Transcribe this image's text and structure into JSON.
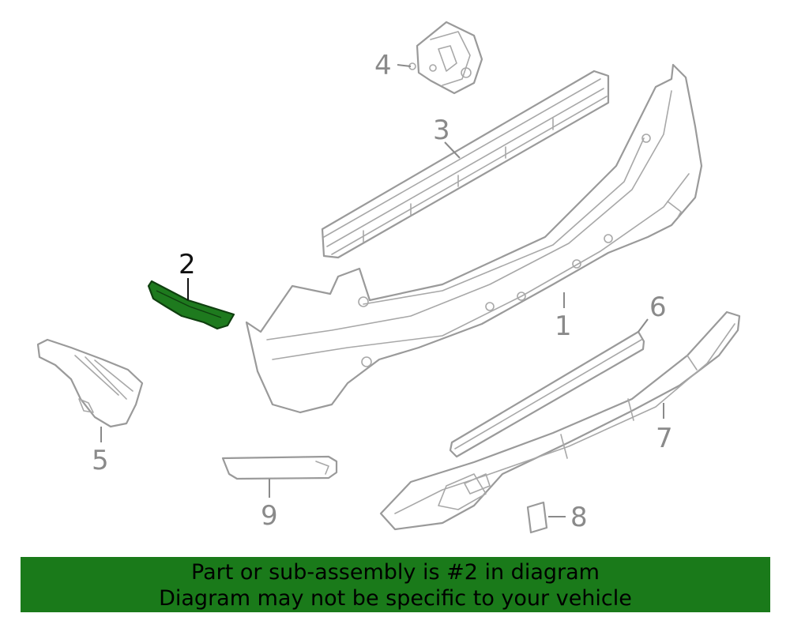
{
  "highlight_color": "#1a7a1a",
  "highlighted_part": "2",
  "callouts": [
    "1",
    "2",
    "3",
    "4",
    "5",
    "6",
    "7",
    "8",
    "9"
  ],
  "banner": {
    "line1": "Part or sub-assembly is #2 in diagram",
    "line2": "Diagram may not be specific to your vehicle"
  }
}
